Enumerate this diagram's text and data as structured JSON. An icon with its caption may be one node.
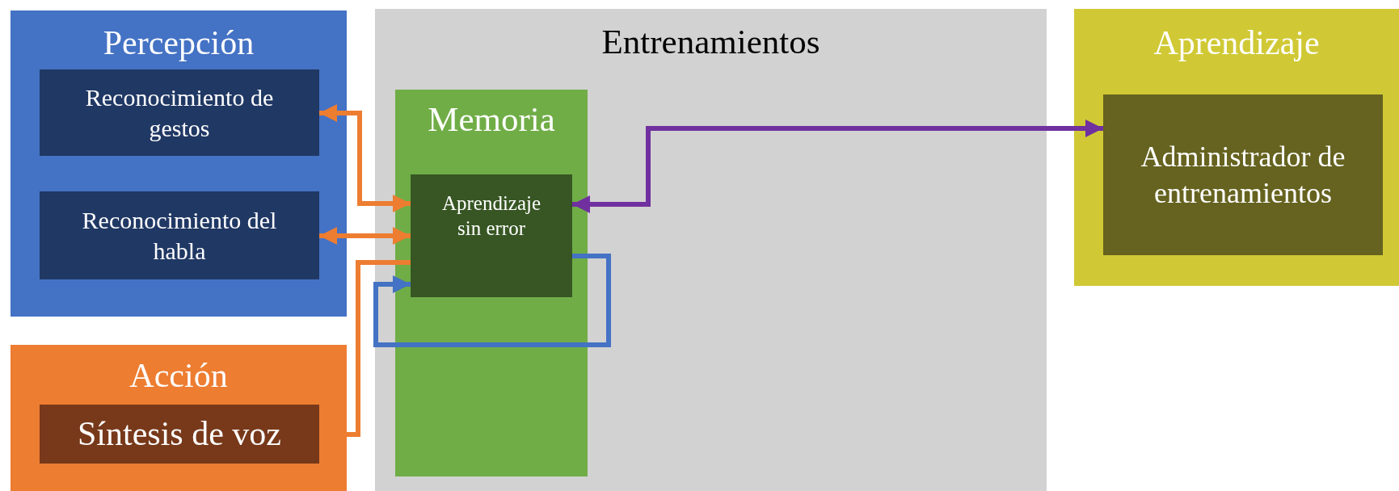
{
  "diagram": {
    "nodes": [
      {
        "text": [
          "Percepción"
        ]
      },
      {
        "text": [
          "Reconocimiento de gestos"
        ],
        "in": 0
      },
      {
        "text": [
          "Reconocimiento del habla"
        ],
        "in": 0
      },
      {
        "text": [
          "Entrenamientos"
        ]
      },
      {
        "text": [
          "Memoria"
        ],
        "in": 3
      },
      {
        "text": [
          "Aprendizaje sin error"
        ],
        "in": 4
      },
      {
        "text": [
          "Acción"
        ]
      },
      {
        "text": [
          "Síntesis de voz"
        ],
        "in": 6
      },
      {
        "text": [
          "Aprendizaje"
        ]
      },
      {
        "text": [
          "Administrador de entrenamientos"
        ],
        "in": 8
      }
    ],
    "edges": [
      {
        "from": 1,
        "to": 5,
        "arrow": "both"
      },
      {
        "from": 2,
        "to": 5,
        "arrow": "both"
      },
      {
        "from": 7,
        "to": 5,
        "arrow": "none"
      },
      {
        "from": 5,
        "to": 5,
        "arrow": "to",
        "color": "#4472c4"
      },
      {
        "from": 5,
        "to": 9,
        "arrow": "both",
        "color": "#7030a0"
      }
    ]
  }
}
